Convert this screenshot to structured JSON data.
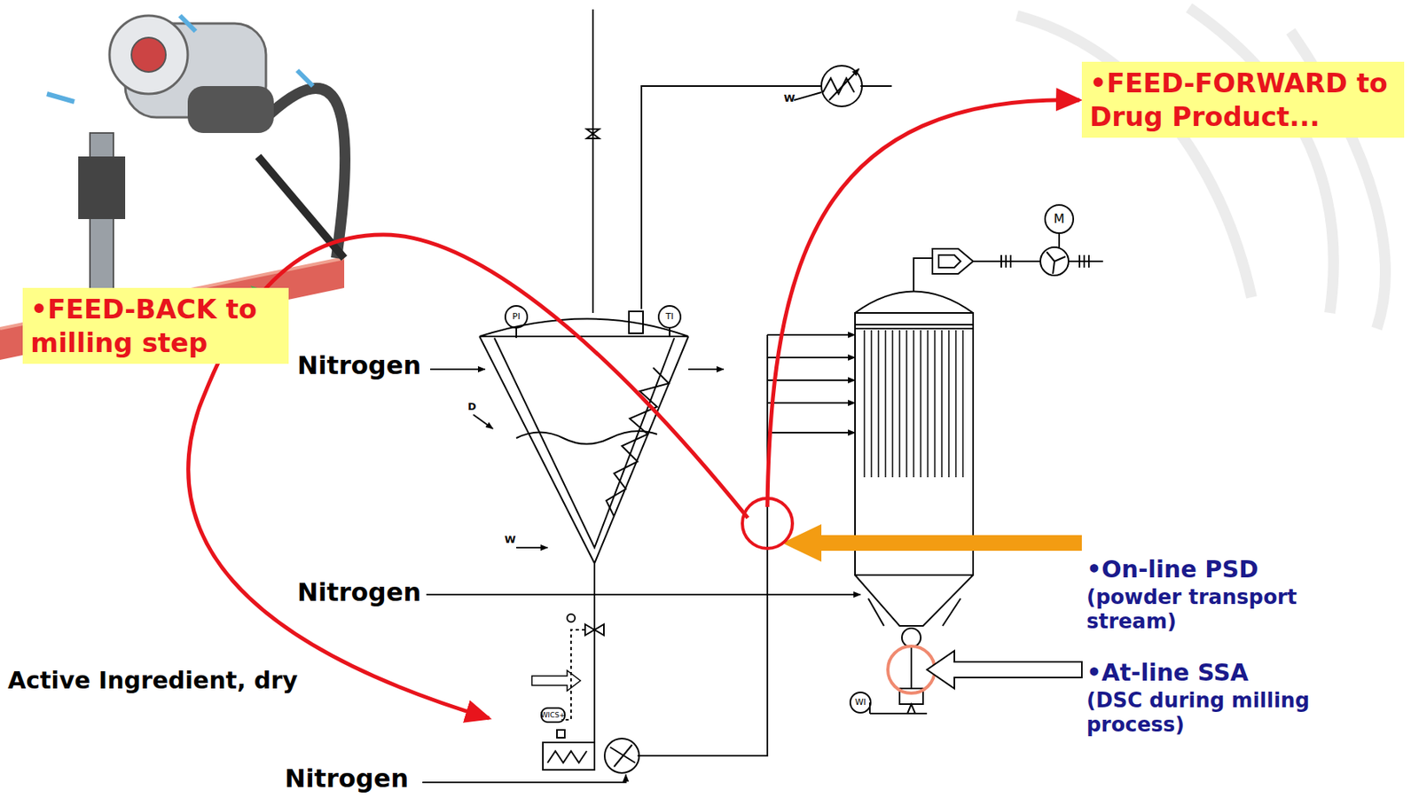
{
  "diagram": {
    "nodes": [
      {
        "text": [
          "•FEED-BACK to milling step"
        ]
      },
      {
        "text": [
          "•FEED-FORWARD to Drug Product..."
        ]
      }
    ],
    "labels": [
      "Nitrogen",
      "Nitrogen",
      "Nitrogen",
      "Active Ingredient, dry",
      "•On-line PSD",
      "(powder transport stream)",
      "•At-line SSA",
      "(DSC during milling process)",
      "PI",
      "TI",
      "D",
      "W",
      "W",
      "M",
      "WICS+",
      "WI"
    ]
  }
}
